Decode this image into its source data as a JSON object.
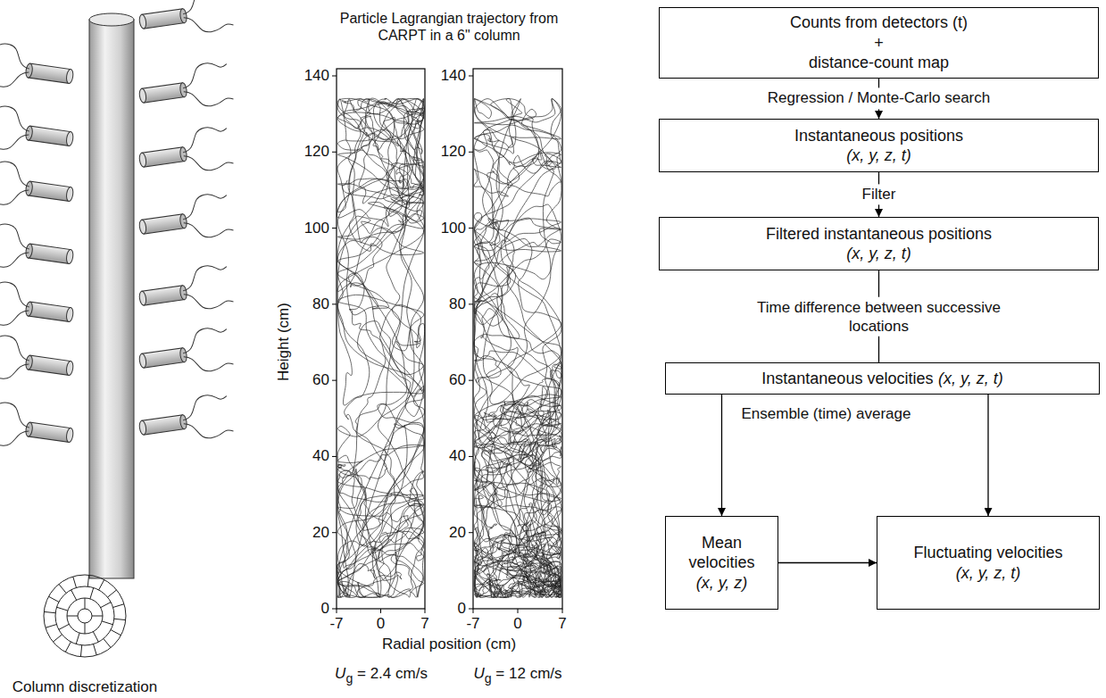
{
  "diagram": {
    "nodes": [
      {
        "text": [
          "Counts from detectors (t)",
          "+",
          "distance-count map"
        ]
      },
      {
        "text": [
          "Instantaneous positions",
          "(x, y, z, t)"
        ]
      },
      {
        "text": [
          "Filtered instantaneous positions",
          "(x, y, z, t)"
        ]
      },
      {
        "text": [
          "Instantaneous velocities",
          "(x, y, z, t)"
        ]
      },
      {
        "text": [
          "Mean velocities",
          "(x, y, z)"
        ]
      },
      {
        "text": [
          "Fluctuating velocities",
          "(x, y, z, t)"
        ]
      }
    ],
    "edges": [
      {
        "from": 0,
        "to": 1,
        "arrow": "to",
        "label": "Regression / Monte-Carlo search"
      },
      {
        "from": 1,
        "to": 2,
        "arrow": "to",
        "label": "Filter"
      },
      {
        "from": 2,
        "to": 3,
        "arrow": "none",
        "label": "Time difference between successive locations"
      },
      {
        "from": 3,
        "to": 4,
        "arrow": "to",
        "label": "Ensemble (time) average"
      },
      {
        "from": 3,
        "to": 5,
        "arrow": "to"
      },
      {
        "from": 4,
        "to": 5,
        "arrow": "to"
      }
    ],
    "labels": [
      "Column discretization",
      "Particle Lagrangian trajectory from CARPT in a 6\" column",
      "Height (cm)",
      "140",
      "120",
      "100",
      "80",
      "60",
      "40",
      "20",
      "0",
      "-7",
      "0",
      "7",
      "140",
      "120",
      "100",
      "80",
      "60",
      "40",
      "20",
      "0",
      "-7",
      "0",
      "7",
      "Radial position (cm)",
      "Ug = 2.4 cm/s",
      "Ug = 12 cm/s"
    ]
  }
}
